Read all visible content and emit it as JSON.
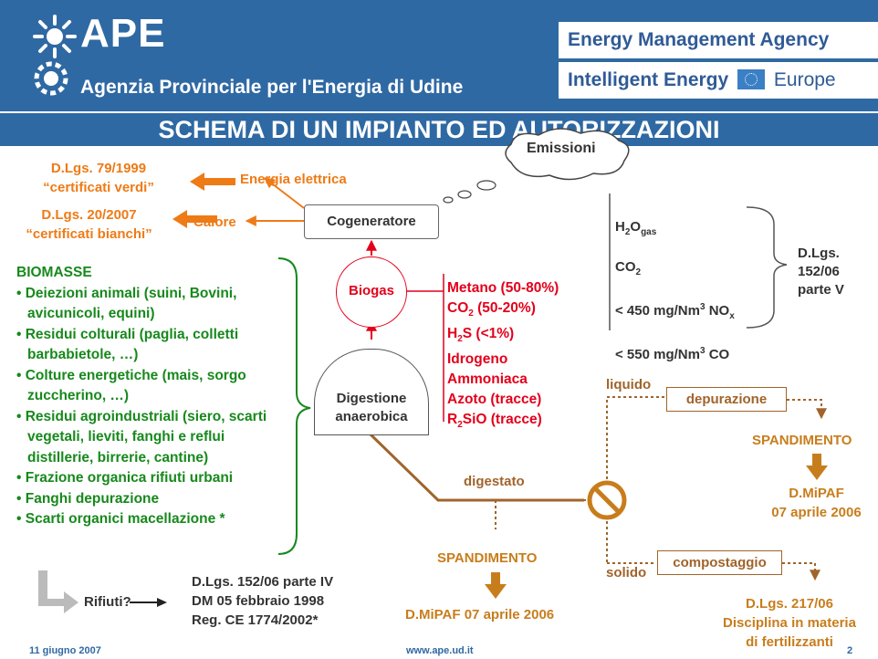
{
  "header": {
    "logo": "APE",
    "org": "Agenzia Provinciale per l'Energia di Udine",
    "agency": "Energy Management Agency",
    "program_prefix": "Intelligent Energy",
    "program_suffix": "Europe"
  },
  "title": "SCHEMA DI UN IMPIANTO ED AUTORIZZAZIONI",
  "left_laws": {
    "verdi_law": "D.Lgs. 79/1999",
    "verdi_name": "“certificati verdi”",
    "bianchi_law": "D.Lgs. 20/2007",
    "bianchi_name": "“certificati bianchi”"
  },
  "outputs": {
    "electric": "Energia elettrica",
    "heat": "Calore"
  },
  "nodes": {
    "cogeneratore": "Cogeneratore",
    "biogas": "Biogas",
    "digestione_1": "Digestione",
    "digestione_2": "anaerobica",
    "emissioni": "Emissioni"
  },
  "biomasse": {
    "heading": "BIOMASSE",
    "items": [
      "Deiezioni animali (suini, Bovini, avicunicoli, equini)",
      "Residui colturali (paglia, colletti barbabietole, …)",
      "Colture energetiche (mais, sorgo zuccherino, …)",
      "Residui agroindustriali (siero, scarti vegetali, lieviti, fanghi e reflui distillerie, birrerie, cantine)",
      "Frazione organica rifiuti urbani",
      "Fanghi depurazione",
      "Scarti organici macellazione *"
    ]
  },
  "biogas_composition": {
    "metano": "Metano (50-80%)",
    "co2": "CO",
    "co2_sub": "2",
    "co2_pct": " (50-20%)",
    "h2s_a": "H",
    "h2s_sub": "2",
    "h2s_b": "S (<1%)",
    "idrogeno": "Idrogeno",
    "ammoniaca": "Ammoniaca",
    "azoto": "Azoto (tracce)",
    "r2sio_a": "R",
    "r2sio_sub": "2",
    "r2sio_b": "SiO (tracce)"
  },
  "emissions": {
    "h2o": "H",
    "h2o_sub": "2",
    "h2o_o": "O",
    "h2o_gas": "gas",
    "co2": "CO",
    "co2_sub": "2",
    "nox": "< 450 mg/Nm",
    "nox_sup": "3",
    "nox_tail": " NO",
    "nox_sub": "x",
    "co": "< 550 mg/Nm",
    "co_sup": "3",
    "co_tail": " CO",
    "law_1": "D.Lgs.",
    "law_2": "152/06",
    "law_3": "parte V"
  },
  "digestate": {
    "digestato": "digestato",
    "liquido": "liquido",
    "solido": "solido",
    "depurazione": "depurazione",
    "compostaggio": "compostaggio",
    "spandimento_right": "SPANDIMENTO",
    "mipaf_right_1": "D.MiPAF",
    "mipaf_right_2": "07 aprile 2006",
    "spandimento_mid": "SPANDIMENTO",
    "mipaf_mid": "D.MiPAF 07 aprile 2006",
    "fert_1": "D.Lgs. 217/06",
    "fert_2": "Disciplina in materia",
    "fert_3": "di fertilizzanti"
  },
  "rifiuti": {
    "label": "Rifiuti?",
    "law_1": "D.Lgs. 152/06 parte IV",
    "law_2": "DM 05 febbraio 1998",
    "law_3": "Reg. CE 1774/2002*"
  },
  "footer": {
    "date": "11 giugno 2007",
    "url": "www.ape.ud.it",
    "page": "2"
  },
  "colors": {
    "header_blue": "#2f69a3",
    "orange": "#ee7b16",
    "green": "#17891c",
    "red": "#e3001b",
    "brown": "#a0642b",
    "gold": "#c87d1c"
  }
}
